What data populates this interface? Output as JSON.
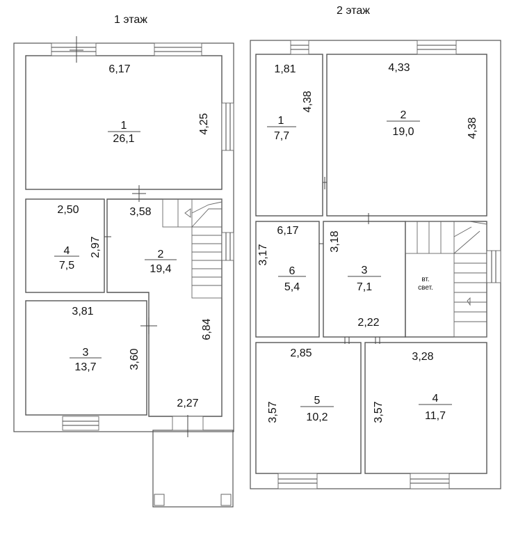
{
  "floors": [
    {
      "title": "1 этаж",
      "rooms": [
        {
          "num": "1",
          "area": "26,1"
        },
        {
          "num": "2",
          "area": "19,4"
        },
        {
          "num": "3",
          "area": "13,7"
        },
        {
          "num": "4",
          "area": "7,5"
        }
      ],
      "dims": [
        "6,17",
        "4,25",
        "2,50",
        "3,58",
        "2,97",
        "3,81",
        "3,60",
        "6,84",
        "2,27"
      ]
    },
    {
      "title": "2 этаж",
      "rooms": [
        {
          "num": "1",
          "area": "7,7"
        },
        {
          "num": "2",
          "area": "19,0"
        },
        {
          "num": "3",
          "area": "7,1"
        },
        {
          "num": "4",
          "area": "11,7"
        },
        {
          "num": "5",
          "area": "10,2"
        },
        {
          "num": "6",
          "area": "5,4"
        }
      ],
      "dims": [
        "1,81",
        "4,38",
        "4,33",
        "4,38",
        "6,17",
        "3,18",
        "3,17",
        "2,22",
        "2,85",
        "3,28",
        "3,57",
        "3,57"
      ],
      "shaft_label": [
        "вт.",
        "свет."
      ]
    }
  ]
}
